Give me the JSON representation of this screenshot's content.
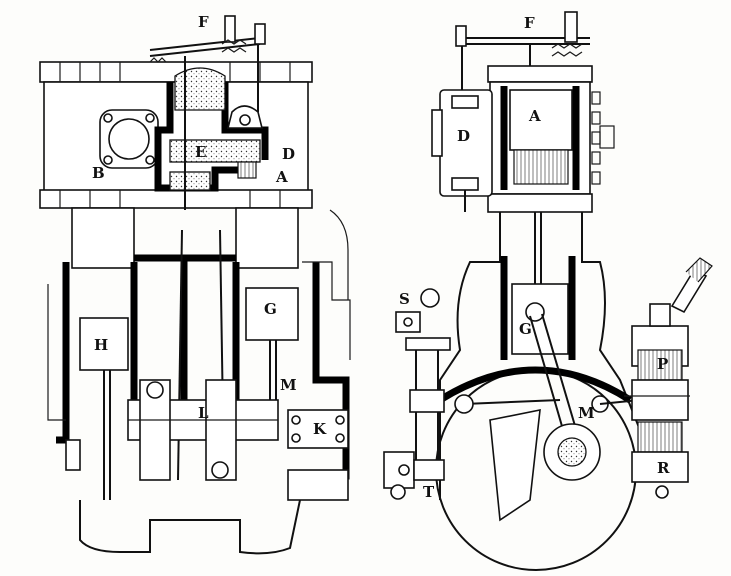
{
  "labels": {
    "left": {
      "F": "F",
      "E": "E",
      "D": "D",
      "B": "B",
      "A": "A",
      "G": "G",
      "H": "H",
      "L": "L",
      "M": "M",
      "K": "K"
    },
    "right": {
      "F": "F",
      "A": "A",
      "D": "D",
      "S": "S",
      "G": "G",
      "M": "M",
      "P": "P",
      "R": "R",
      "T": "T"
    }
  }
}
